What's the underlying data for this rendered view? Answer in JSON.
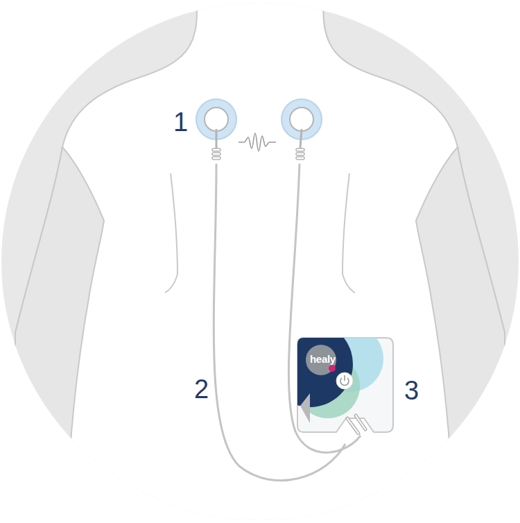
{
  "diagram": {
    "nodes": [
      {
        "text": [
          "healy"
        ]
      }
    ],
    "labels": [
      "1",
      "2",
      "3"
    ]
  }
}
